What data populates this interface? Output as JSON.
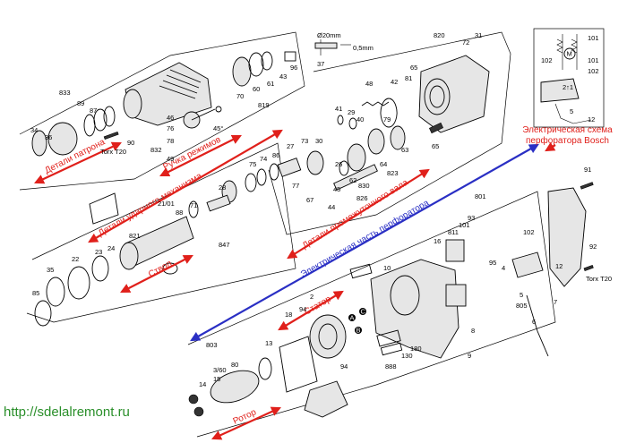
{
  "caption": {
    "line1": "Электрическая схема",
    "line2": "перфоратора Bosch"
  },
  "website": "http://sdelalremont.ru",
  "labels_red": {
    "chuck": "Детали патрона",
    "mode_handle": "Ручка режимов",
    "impact_mechanism": "Детали ударного механизма",
    "countershaft": "Детали промежуточного вала",
    "stem": "Ствол",
    "stator": "Статор",
    "rotor": "Ротор"
  },
  "labels_blue": {
    "electrical": "Электрическая часть перфоратора"
  },
  "dimension": {
    "diameter": "Ø20mm",
    "thickness": "0,5mm"
  },
  "torx_labels": [
    "Torx T20",
    "Torx T20"
  ],
  "circle_markers": [
    "A",
    "B",
    "C"
  ],
  "part_numbers": {
    "n833": "833",
    "n89": "89",
    "n87": "87",
    "n34": "34",
    "n36": "36",
    "n90": "90",
    "n832": "832",
    "n76": "76",
    "n46": "46",
    "n49": "49",
    "n78": "78",
    "n45deg": "45°",
    "n70": "70",
    "n60": "60",
    "n61": "61",
    "n43": "43",
    "n96": "96",
    "n819": "819",
    "n37": "37",
    "n820": "820",
    "n72": "72",
    "n31": "31",
    "n81": "81",
    "n42": "42",
    "n65": "65",
    "n48": "48",
    "n41": "41",
    "n29": "29",
    "n40": "40",
    "n79": "79",
    "n64": "64",
    "n63": "63",
    "n65b": "65",
    "n27": "27",
    "n73": "73",
    "n74": "74",
    "n75": "75",
    "n86": "86",
    "n26": "26",
    "n30": "30",
    "n62": "62",
    "n830": "830",
    "n823": "823",
    "n826": "826",
    "n847": "847",
    "n821": "821",
    "n22": "22",
    "n35": "35",
    "n85": "85",
    "n88": "88",
    "n71": "71",
    "n28": "28",
    "n67": "67",
    "n44": "44",
    "n45": "45",
    "n77": "77",
    "n23": "23",
    "n24": "24",
    "n2101": "21/01",
    "n801": "801",
    "n91": "91",
    "n92": "92",
    "n93": "93",
    "n102": "102",
    "n16": "16",
    "n811": "811",
    "n101": "101",
    "n95": "95",
    "n4": "4",
    "n12": "12",
    "n7": "7",
    "n5": "5",
    "n805": "805",
    "n6": "6",
    "n10": "10",
    "n8": "8",
    "n9": "9",
    "n180": "180",
    "n130": "130",
    "n888": "888",
    "n2": "2",
    "n18": "18",
    "n94": "94",
    "n803": "803",
    "n13": "13",
    "n360": "3/60",
    "n14": "14",
    "n15": "15",
    "n80": "80"
  },
  "schema_labels": {
    "m": "M",
    "s101": "101",
    "s102": "102",
    "s101b": "101",
    "s102b": "102",
    "s12": "12",
    "s21": "2↑1",
    "s5": "5"
  }
}
